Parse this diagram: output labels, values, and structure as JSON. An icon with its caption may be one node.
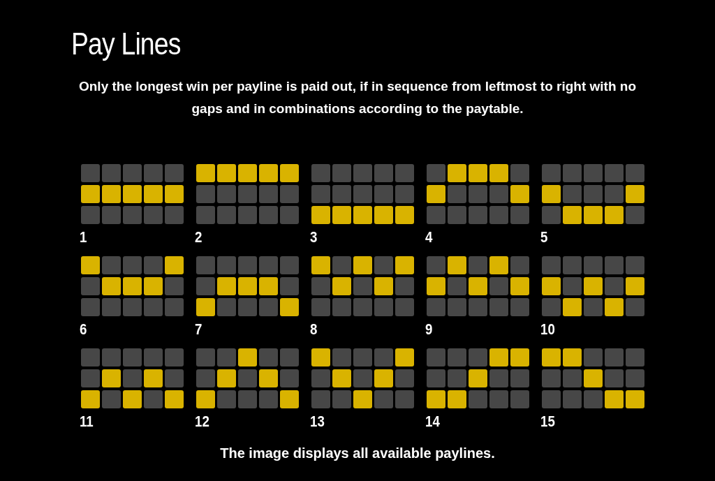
{
  "diagram": {
    "title": "Pay Lines",
    "caption": "The image displays all available paylines.",
    "labels": [
      "Only the longest win per payline is paid out, if in sequence from leftmost to right with no gaps and in combinations according to the paytable.",
      "1",
      "2",
      "3",
      "4",
      "5",
      "6",
      "7",
      "8",
      "9",
      "10",
      "11",
      "12",
      "13",
      "14",
      "15"
    ]
  }
}
